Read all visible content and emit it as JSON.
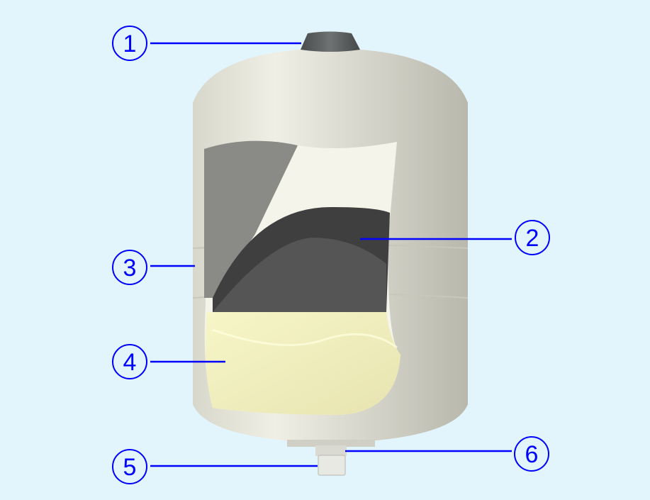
{
  "diagram": {
    "callouts": [
      {
        "id": "1",
        "label": "1"
      },
      {
        "id": "2",
        "label": "2"
      },
      {
        "id": "3",
        "label": "3"
      },
      {
        "id": "4",
        "label": "4"
      },
      {
        "id": "5",
        "label": "5"
      },
      {
        "id": "6",
        "label": "6"
      }
    ],
    "colors": {
      "background": "#e2f5fc",
      "callout": "#0000ff",
      "shell": "#e6e4d8",
      "membrane": "#4a4a4a",
      "water": "#f3f2bf"
    }
  }
}
